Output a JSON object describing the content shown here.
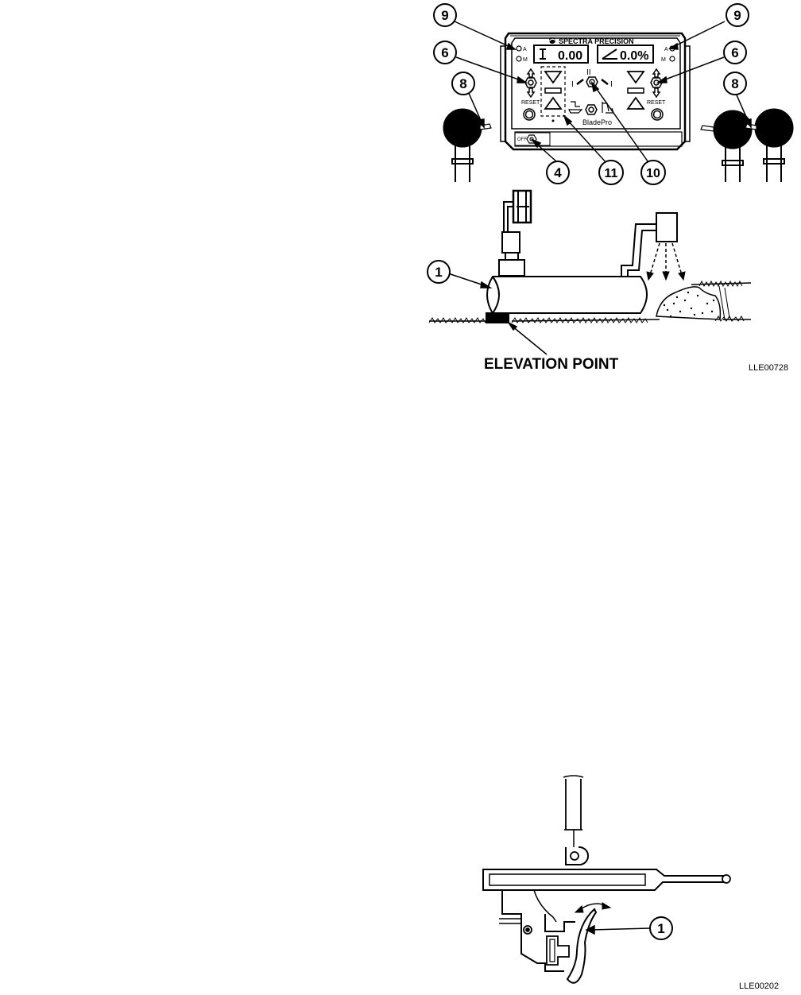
{
  "panel": {
    "brand": "SPECTRA PRECISION",
    "product": "BladePro",
    "elevation_readout": "0.00",
    "slope_readout": "0.0%",
    "led_auto": "A",
    "led_manual": "M",
    "reset_label": "RESET",
    "mode_label_top": "II",
    "mode_label_side": "I",
    "power_off": "OFF"
  },
  "callouts": {
    "c9": "9",
    "c6": "6",
    "c8": "8",
    "c4": "4",
    "c11": "11",
    "c10": "10",
    "c1": "1",
    "c1b": "1"
  },
  "labels": {
    "elevation_point": "ELEVATION POINT",
    "figure1_id": "LLE00728",
    "figure2_id": "LLE00202"
  }
}
